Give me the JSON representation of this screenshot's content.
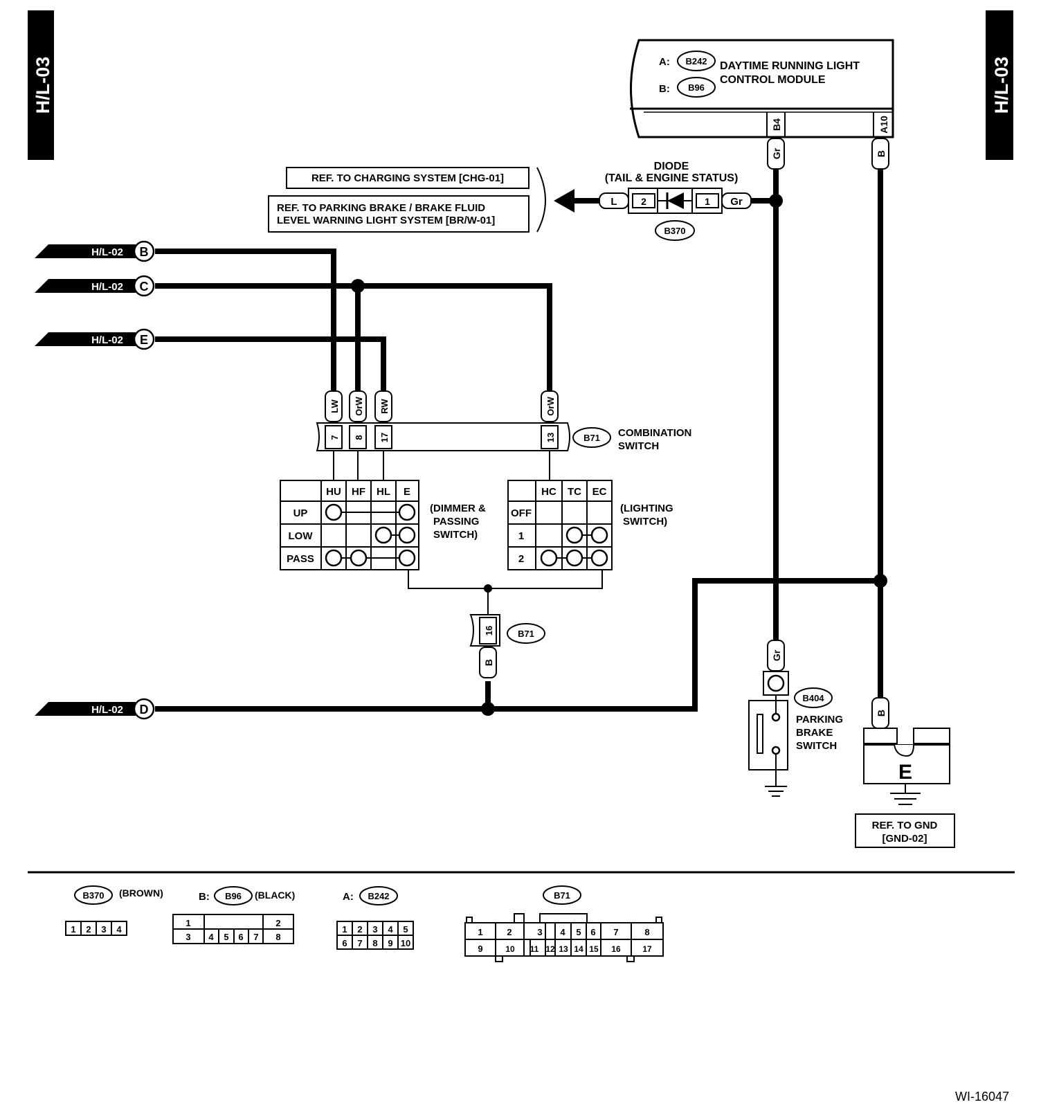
{
  "page_tabs": {
    "left": "H/L-03",
    "right": "H/L-03"
  },
  "module": {
    "conn_a_prefix": "A:",
    "conn_a": "B242",
    "conn_b_prefix": "B:",
    "conn_b": "B96",
    "name_line1": "DAYTIME RUNNING LIGHT",
    "name_line2": "CONTROL MODULE",
    "pin_b4": "B4",
    "pin_a10": "A10"
  },
  "wire_colors": {
    "gr": "Gr",
    "b": "B",
    "l": "L",
    "lw": "LW",
    "orw": "OrW",
    "rw": "RW"
  },
  "diode": {
    "title_line1": "DIODE",
    "title_line2": "(TAIL & ENGINE STATUS)",
    "pin_2": "2",
    "pin_1": "1",
    "connector": "B370"
  },
  "references": {
    "charging": "REF. TO CHARGING SYSTEM [CHG-01]",
    "brake_line1": "REF. TO PARKING BRAKE / BRAKE FLUID",
    "brake_line2": "LEVEL WARNING LIGHT SYSTEM [BR/W-01]",
    "gnd_line1": "REF. TO GND",
    "gnd_line2": "[GND-02]"
  },
  "off_page": {
    "page": "H/L-02",
    "b": "B",
    "c": "C",
    "e": "E",
    "d": "D"
  },
  "combination_switch": {
    "connector": "B71",
    "name_line1": "COMBINATION",
    "name_line2": "SWITCH",
    "pins": [
      "7",
      "8",
      "17",
      "13"
    ],
    "ground_pin": "16"
  },
  "dimmer_table": {
    "headers": [
      "HU",
      "HF",
      "HL",
      "E"
    ],
    "rows": [
      "UP",
      "LOW",
      "PASS"
    ],
    "label_line1": "(DIMMER &",
    "label_line2": "PASSING",
    "label_line3": "SWITCH)"
  },
  "lighting_table": {
    "headers": [
      "HC",
      "TC",
      "EC"
    ],
    "rows": [
      "OFF",
      "1",
      "2"
    ],
    "label_line1": "(LIGHTING",
    "label_line2": "SWITCH)"
  },
  "parking_brake": {
    "connector": "B404",
    "name_line1": "PARKING",
    "name_line2": "BRAKE",
    "name_line3": "SWITCH"
  },
  "ground_label": "E",
  "legend": {
    "b370": "B370",
    "b370_color": "(BROWN)",
    "b96_prefix": "B:",
    "b96": "B96",
    "b96_color": "(BLACK)",
    "b242_prefix": "A:",
    "b242": "B242",
    "b71": "B71",
    "b370_pins": [
      "1",
      "2",
      "3",
      "4"
    ],
    "b96_pins": [
      "1",
      "2",
      "3",
      "4",
      "5",
      "6",
      "7",
      "8"
    ],
    "b242_pins": [
      "1",
      "2",
      "3",
      "4",
      "5",
      "6",
      "7",
      "8",
      "9",
      "10"
    ],
    "b71_pins": [
      "1",
      "2",
      "3",
      "4",
      "5",
      "6",
      "7",
      "8",
      "9",
      "10",
      "11",
      "12",
      "13",
      "14",
      "15",
      "16",
      "17"
    ]
  },
  "figure_id": "WI-16047"
}
